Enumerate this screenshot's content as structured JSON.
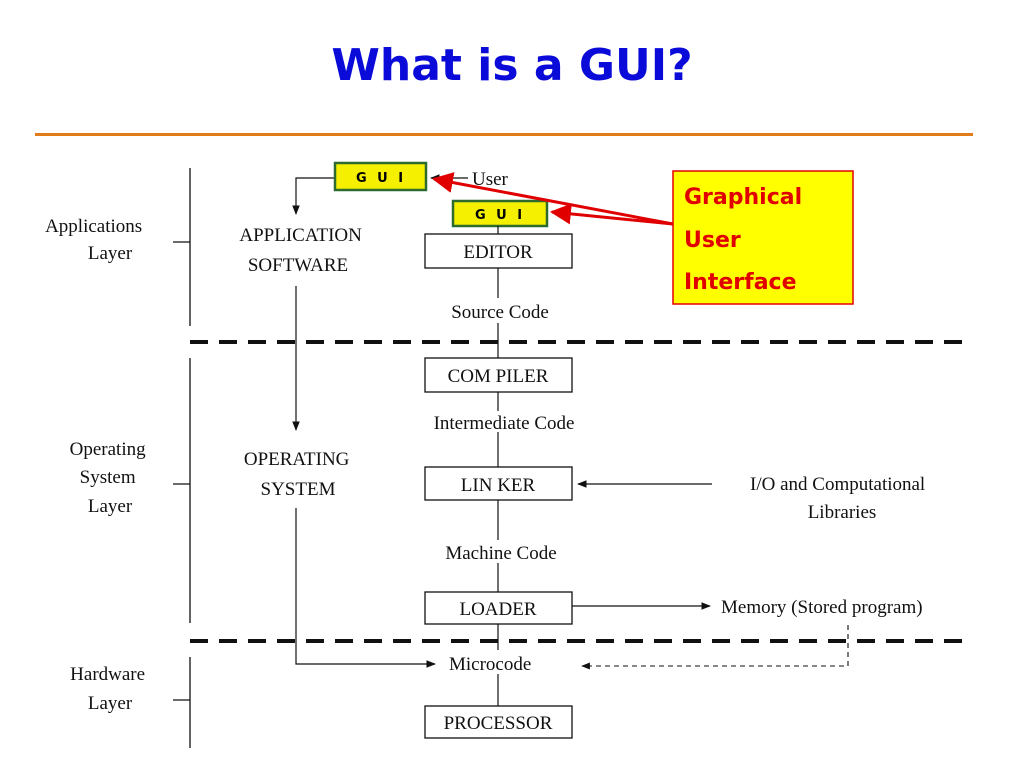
{
  "title": "What is a GUI?",
  "colors": {
    "title": "#0b0bd9",
    "rule": "#e07d1a",
    "gui_box_fill": "#f5f000",
    "gui_box_border": "#2e6b2e",
    "callout_fill": "#ffff00",
    "callout_text": "#e00000",
    "callout_arrow": "#e00000"
  },
  "layers": {
    "applications": [
      "Applications",
      "Layer"
    ],
    "operating_system": [
      "Operating",
      "System",
      "Layer"
    ],
    "hardware": [
      "Hardware",
      "Layer"
    ]
  },
  "left_column": {
    "application_software": [
      "APPLICATION",
      "SOFTWARE"
    ],
    "operating_system": [
      "OPERATING",
      "SYSTEM"
    ]
  },
  "gui_box_top": "G U I",
  "gui_box_editor": "G U I",
  "user": "User",
  "boxes": {
    "editor": "EDITOR",
    "compiler": "COM PILER",
    "linker": "LIN KER",
    "loader": "LOADER",
    "processor": "PROCESSOR"
  },
  "labels": {
    "source_code": "Source Code",
    "intermediate_code": "Intermediate Code",
    "machine_code": "Machine Code",
    "microcode": "Microcode",
    "libraries": [
      "I/O and Computational",
      "Libraries"
    ],
    "memory": "Memory (Stored program)"
  },
  "callout": [
    "Graphical",
    "User",
    "Interface"
  ]
}
